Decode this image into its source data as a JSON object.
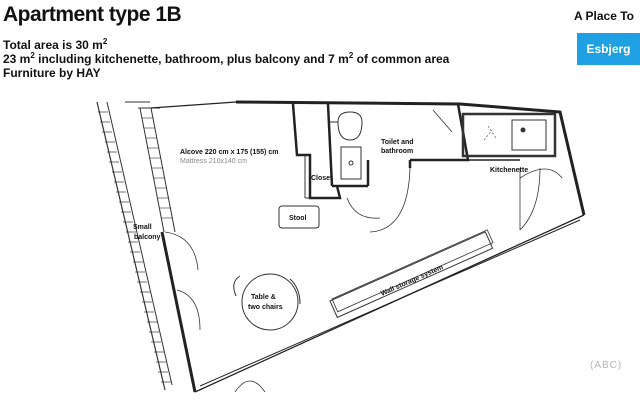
{
  "header": {
    "title": "Apartment type 1B",
    "line1": "Total area is 30 m",
    "line1_sup": "2",
    "line2_pre": "23 m",
    "line2_sup": "2",
    "line2_mid": " including kitchenette, bathroom, plus balcony and  7 m",
    "line2_sup2": "2",
    "line2_post": " of common area",
    "line3": "Furniture by HAY"
  },
  "brand": {
    "top": "A Place To",
    "box": "Esbjerg",
    "box_color": "#1ea0e3"
  },
  "plan_labels": {
    "alcove": "Alcove 220 cm x 175 (155) cm",
    "mattress": "Mattress 210x140 cm",
    "closet": "Closet",
    "toilet_1": "Toilet and",
    "toilet_2": "bathroom",
    "kitchenette": "Kitchenette",
    "stool": "Stool",
    "balcony_1": "Small",
    "balcony_2": "balcony",
    "table_1": "Table &",
    "table_2": "two chairs",
    "wall_storage": "Wall storage system"
  },
  "footer": {
    "logo": "(ABC)"
  }
}
